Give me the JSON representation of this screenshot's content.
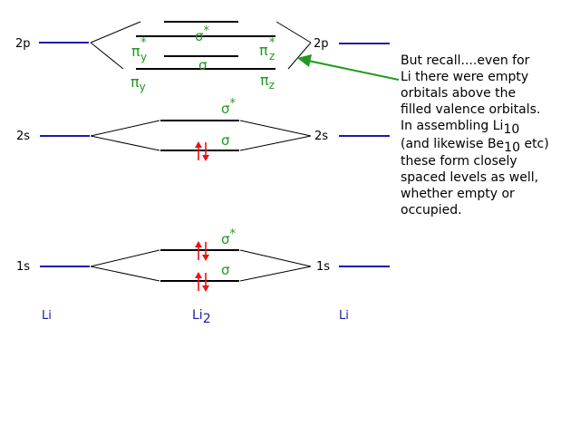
{
  "colors": {
    "atomic_level": "#1a1aa8",
    "mo_level": "#000000",
    "connector": "#000000",
    "green_label": "#229922",
    "electron": "#ee1111",
    "text": "#000000"
  },
  "left_atom": {
    "level_2p": "2p",
    "level_2s": "2s",
    "level_1s": "1s",
    "atom_label": "Li"
  },
  "right_atom": {
    "level_2p": "2p",
    "level_2s": "2s",
    "level_1s": "1s",
    "atom_label": "Li"
  },
  "molecule": {
    "label_base": "Li",
    "label_sub": "2"
  },
  "mo_2p": {
    "sigma_star": {
      "sym": "σ",
      "sup": "*"
    },
    "pi_y_star": {
      "sym": "π",
      "sub": "y",
      "sup": "*"
    },
    "pi_z_star": {
      "sym": "π",
      "sub": "z",
      "sup": "*"
    },
    "sigma": {
      "sym": "σ"
    },
    "pi_y": {
      "sym": "π",
      "sub": "y"
    },
    "pi_z": {
      "sym": "π",
      "sub": "z"
    }
  },
  "mo_2s": {
    "sigma_star": {
      "sym": "σ",
      "sup": "*"
    },
    "sigma": {
      "sym": "σ"
    }
  },
  "mo_1s": {
    "sigma_star": {
      "sym": "σ",
      "sup": "*"
    },
    "sigma": {
      "sym": "σ"
    }
  },
  "electrons": {
    "sigma_2s": 2,
    "sigma_star_1s": 2,
    "sigma_1s": 2
  },
  "annotation": {
    "lines": [
      "But recall....even for",
      "Li there were empty",
      "orbitals above the",
      "filled valence orbitals.",
      "In assembling Li",
      "(and likewise Be",
      "these form closely",
      "spaced levels as well,",
      "whether empty or",
      "occupied."
    ],
    "li_sub": "10",
    "be_sub": "10",
    "be_tail": " etc)"
  }
}
